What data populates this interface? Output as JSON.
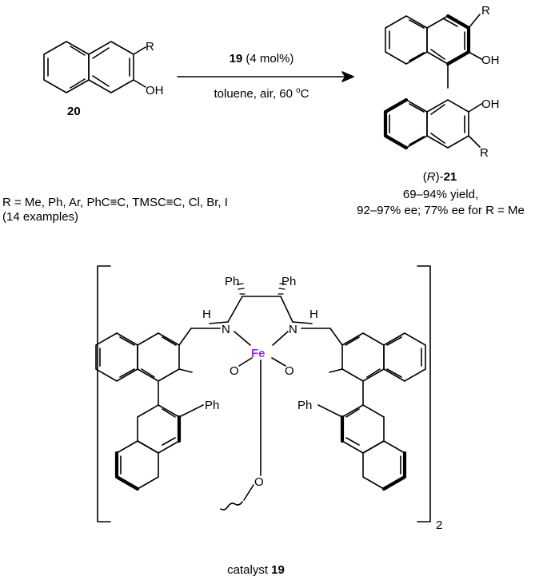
{
  "reactant": {
    "r_label": "R",
    "oh_label": "OH",
    "compound": "20"
  },
  "arrow": {
    "catalyst_number": "19",
    "catalyst_loading": " (4 mol%)",
    "conditions": "toluene, air, 60 ",
    "degree": "o",
    "unit": "C"
  },
  "product": {
    "r_top": "R",
    "oh_top": "OH",
    "oh_bottom": "OH",
    "r_bottom": "R",
    "stereo_open": "(",
    "stereo": "R",
    "stereo_close": ")-",
    "compound": "21",
    "yield": "69–94% yield,",
    "ee": "92–97% ee; 77% ee for R = Me"
  },
  "scope": {
    "r_list": "R = Me, Ph, Ar, PhC≡C, TMSC≡C, Cl, Br, I",
    "examples": "(14 examples)"
  },
  "catalyst": {
    "ph_a": "Ph",
    "ph_b": "Ph",
    "h_left": "H",
    "h_right": "H",
    "n_left": "N",
    "n_right": "N",
    "metal": "Fe",
    "o_left": "O",
    "o_right": "O",
    "ph_left": "Ph",
    "ph_right": "Ph",
    "o_bottom": "O",
    "subscript": "2",
    "caption_word": "catalyst ",
    "caption_number": "19"
  }
}
